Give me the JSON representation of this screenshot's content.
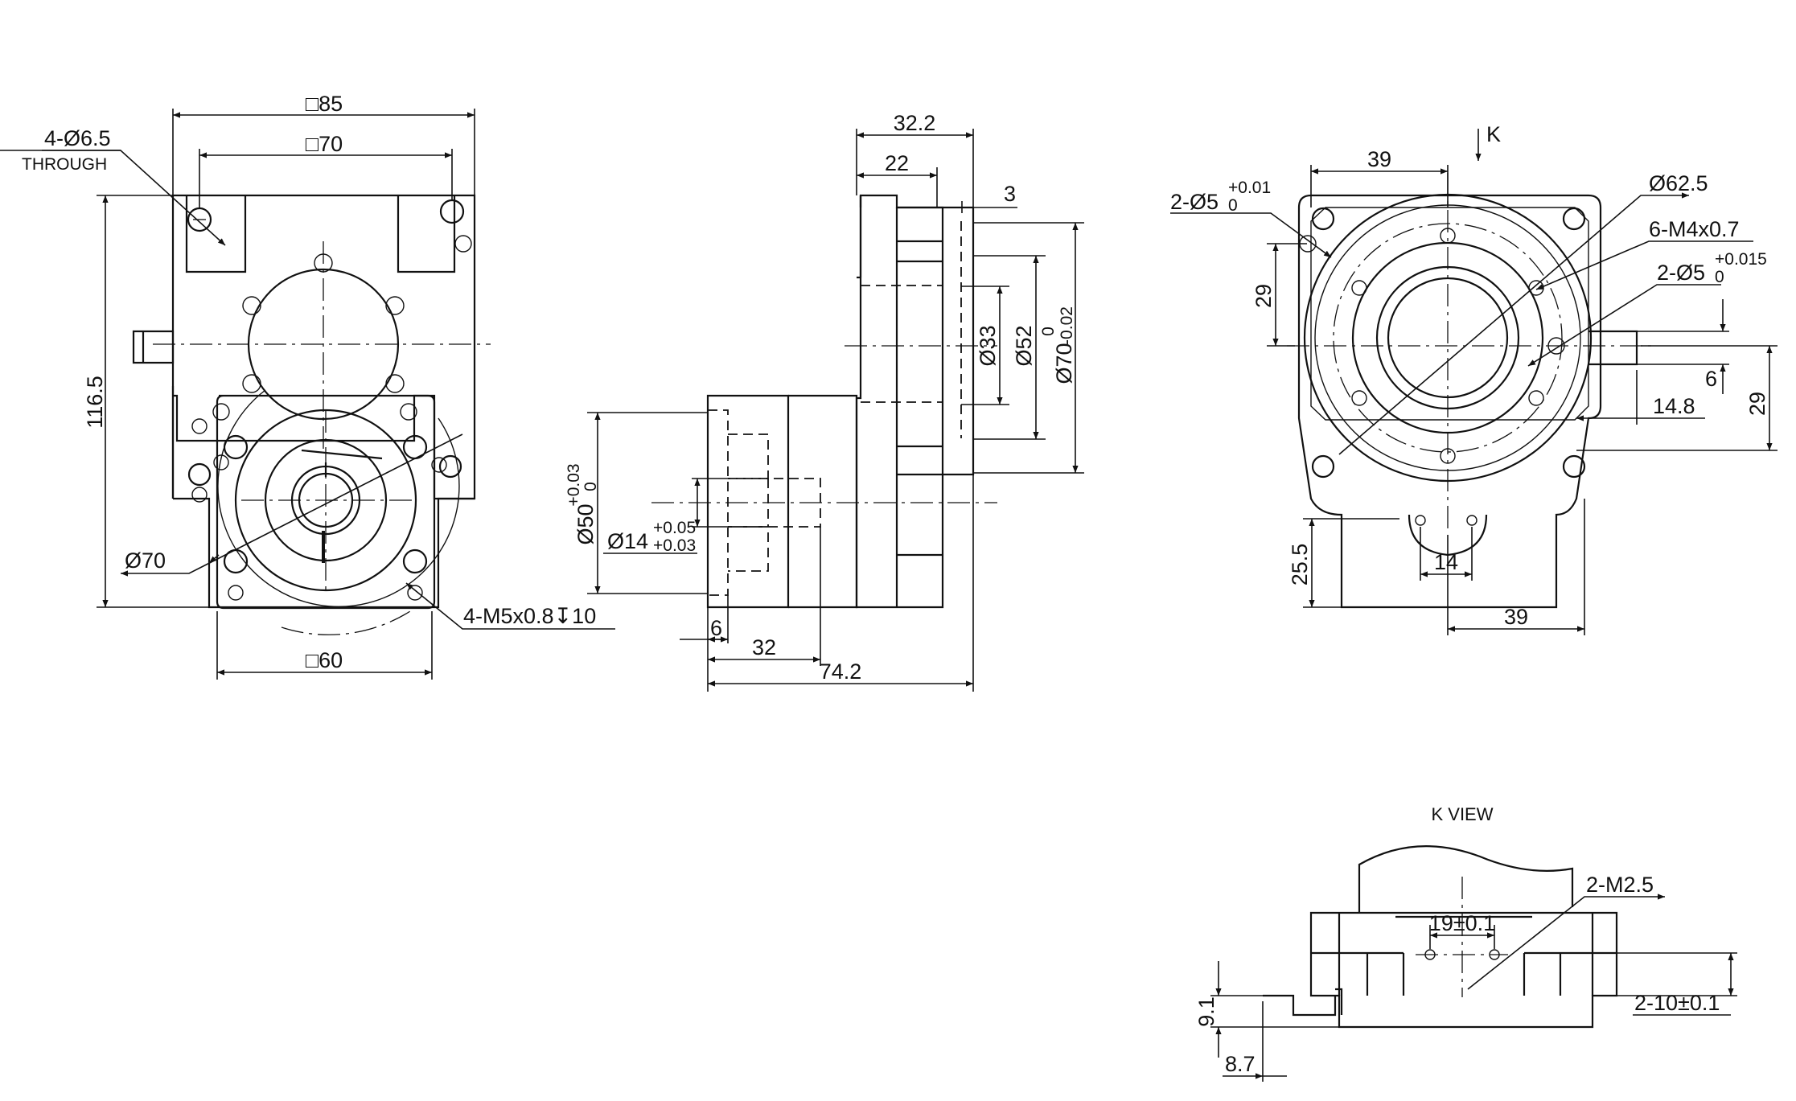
{
  "dimensions": {
    "front": {
      "sq85": "□85",
      "sq70": "□70",
      "holes": "4-Ø6.5",
      "through": "THROUGH",
      "h116": "116.5",
      "d70": "Ø70",
      "sq60": "□60",
      "tap": "4-M5x0.8↧10"
    },
    "side": {
      "d32_2": "32.2",
      "d22": "22",
      "d3": "3",
      "d33": "Ø33",
      "d52": "Ø52",
      "d70": "Ø70",
      "tol70_up": "0",
      "tol70_lo": "-0.02",
      "d50": "Ø50",
      "tol50_up": "+0.03",
      "tol50_lo": "0",
      "d14": "Ø14",
      "tol14_up": "+0.05",
      "tol14_lo": "+0.03",
      "d6": "6",
      "d32": "32",
      "d74_2": "74.2"
    },
    "rear": {
      "k": "K",
      "d39_top": "39",
      "pin1": "2-Ø5",
      "pin1_up": "+0.01",
      "pin1_lo": "0",
      "d62_5": "Ø62.5",
      "m4": "6-M4x0.7",
      "pin2": "2-Ø5",
      "pin2_up": "+0.015",
      "pin2_lo": "0",
      "d29_left": "29",
      "d6": "6",
      "d14_8": "14.8",
      "d29_right": "29",
      "d25_5": "25.5",
      "d14": "14",
      "d39_bot": "39"
    },
    "kview": {
      "title": "K VIEW",
      "m2_5": "2-M2.5",
      "d19": "19±0.1",
      "d9_1": "9.1",
      "d8_7": "8.7",
      "d2_10": "2-10±0.1"
    }
  }
}
